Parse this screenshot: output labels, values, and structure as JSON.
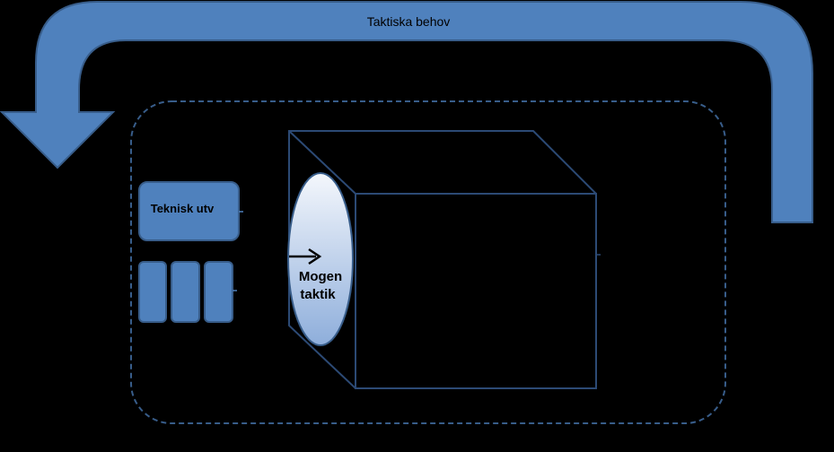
{
  "diagram": {
    "feedback_arrow_label": "Taktiska behov",
    "teknisk_box_label": "Teknisk utv",
    "lens_label_line1": "Mogen",
    "lens_label_line2": "taktik"
  },
  "colors": {
    "background": "#000000",
    "arrow_fill": "#4f81bd",
    "arrow_stroke": "#385d8a",
    "box_fill": "#4f81bd",
    "dashed_border": "#385d8a",
    "cube_stroke": "#2c4a75",
    "lens_top": "#ffffff",
    "lens_bottom": "#95b3d7",
    "text_dark": "#000000"
  }
}
